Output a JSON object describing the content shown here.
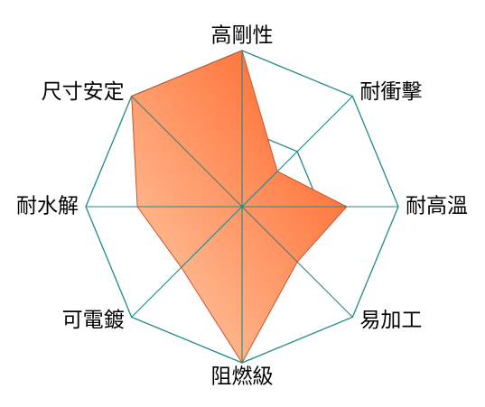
{
  "chart_data": {
    "type": "radar",
    "axes": [
      "高剛性",
      "耐衝擊",
      "耐高溫",
      "易加工",
      "阻燃級",
      "可電鍍",
      "耐水解",
      "尺寸安定"
    ],
    "values": [
      1.0,
      0.32,
      0.67,
      0.5,
      1.0,
      0.55,
      0.67,
      1.0
    ],
    "range": [
      0,
      1
    ],
    "grid_levels": 2,
    "grid": true,
    "legend": false
  },
  "colors": {
    "grid": "#1f8a8a",
    "fill_start": "#ffd2b0",
    "fill_end": "#ff5a1a",
    "outline": "#c8552a"
  }
}
